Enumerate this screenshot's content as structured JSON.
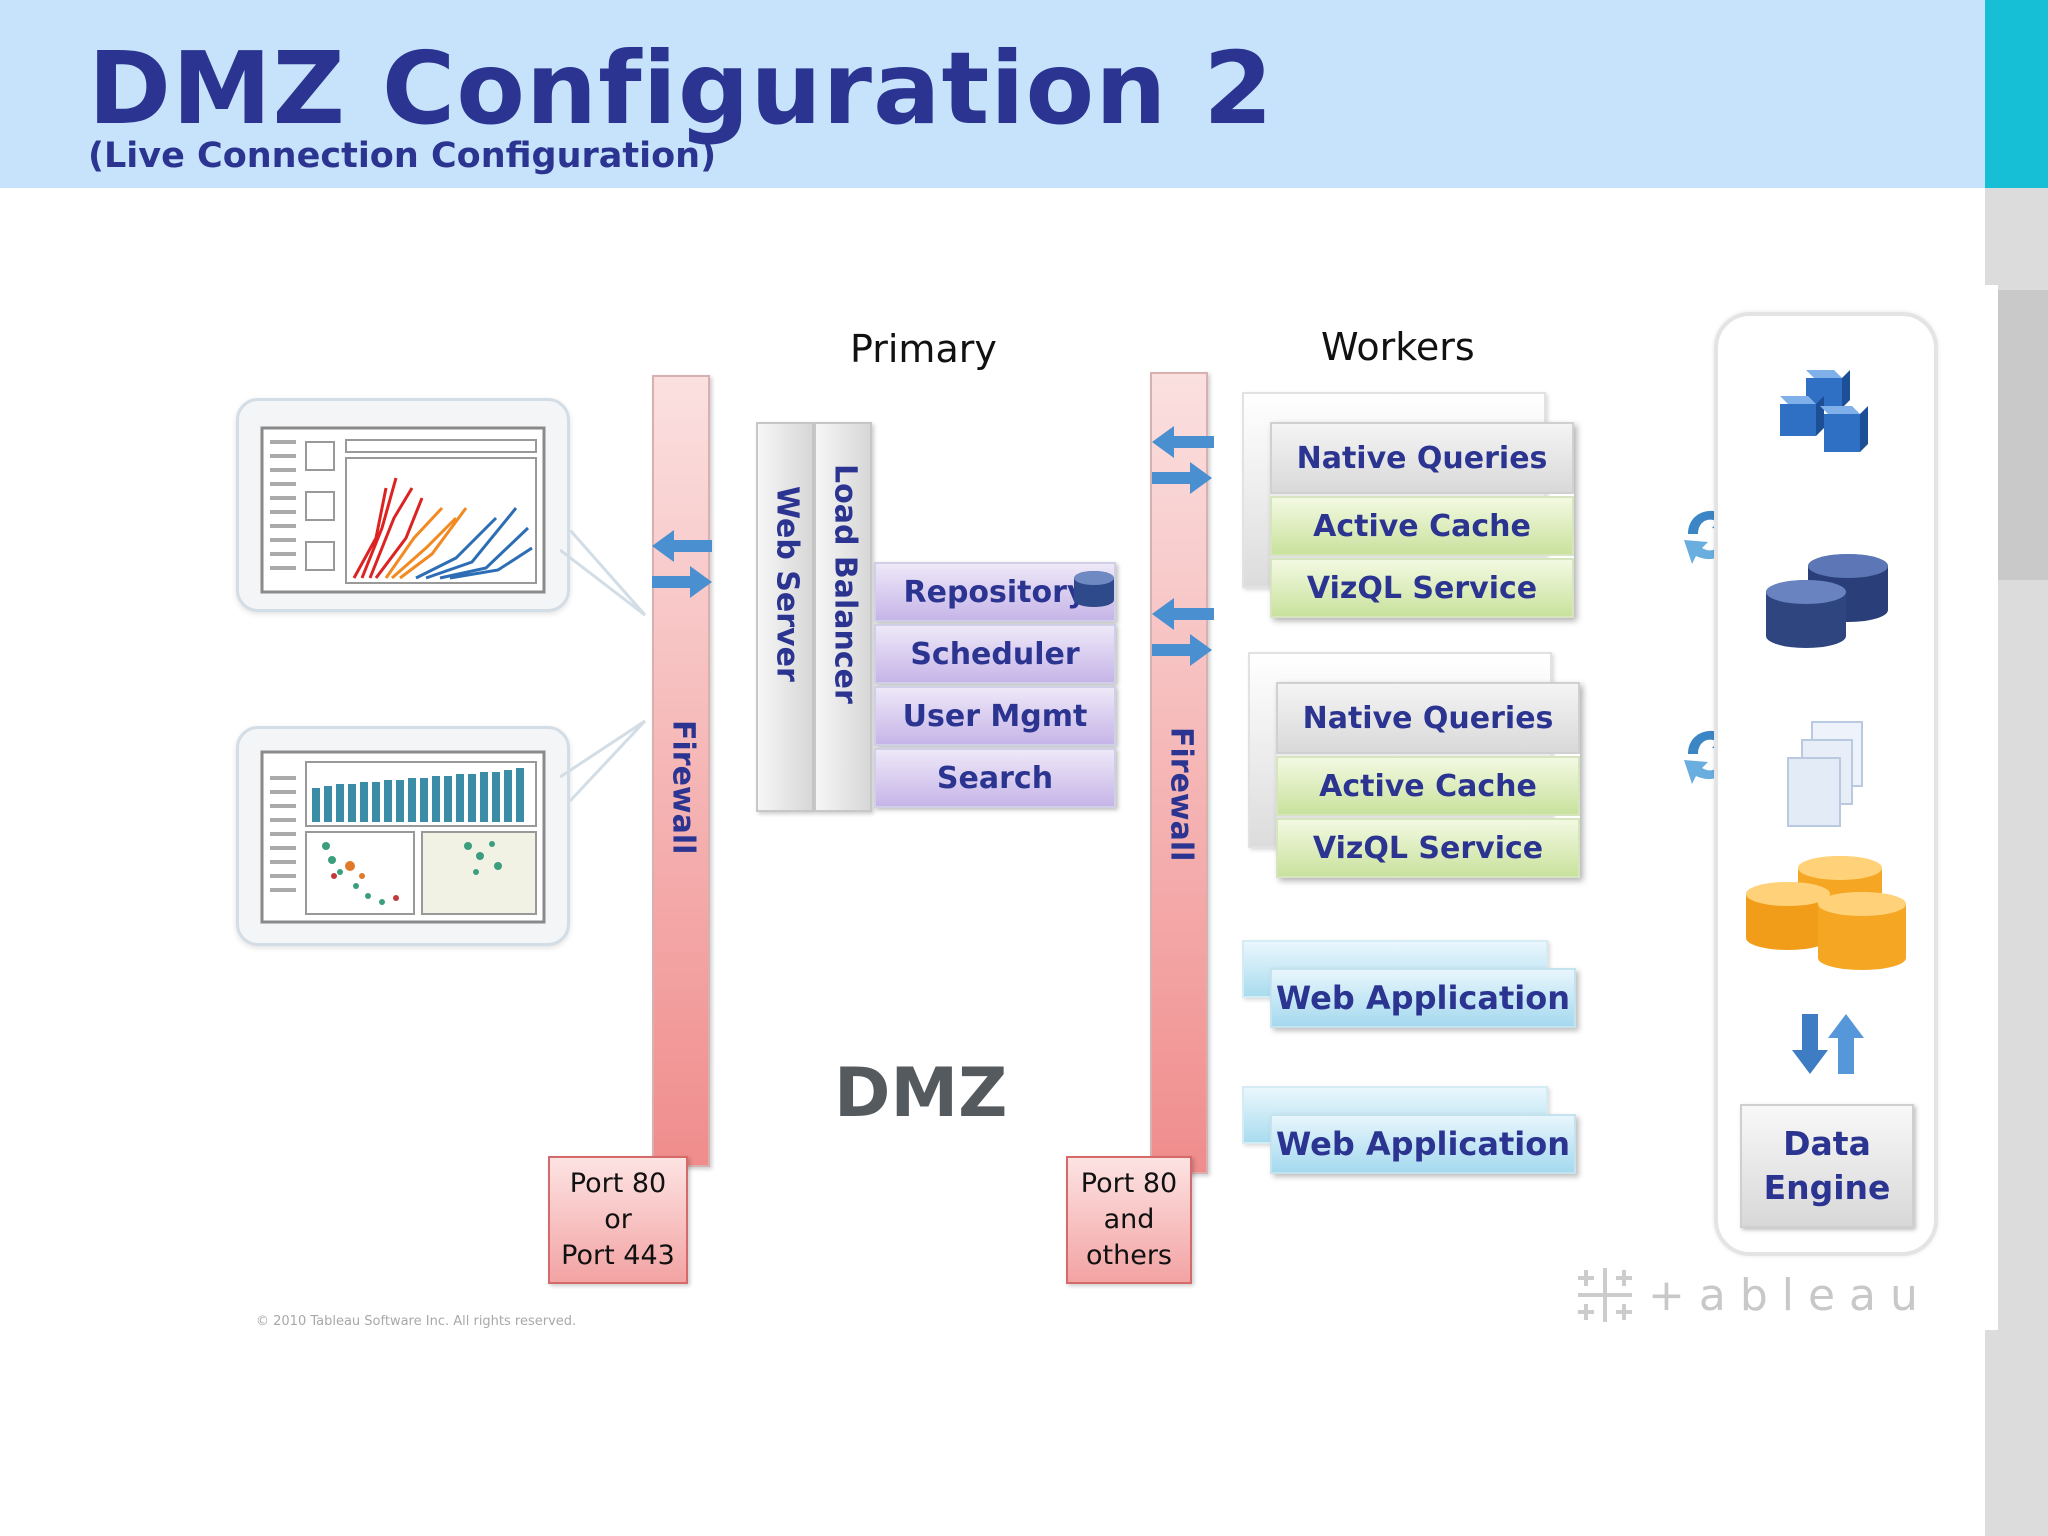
{
  "slide": {
    "title": "DMZ Configuration 2",
    "subtitle": "(Live Connection Configuration)"
  },
  "diagram": {
    "primary_heading": "Primary",
    "workers_heading": "Workers",
    "firewall_left_label": "Firewall",
    "firewall_right_label": "Firewall",
    "web_server_label": "Web Server",
    "load_balancer_label": "Load Balancer",
    "primary_services": [
      "Repository",
      "Scheduler",
      "User Mgmt",
      "Search"
    ],
    "worker_groups": [
      {
        "rows": [
          "Native Queries",
          "Active Cache",
          "VizQL Service"
        ]
      },
      {
        "rows": [
          "Native Queries",
          "Active Cache",
          "VizQL Service"
        ]
      }
    ],
    "web_applications": [
      "Web Application",
      "Web Application"
    ],
    "port_left": [
      "Port 80",
      "or",
      "Port 443"
    ],
    "port_right": [
      "Port 80",
      "and",
      "others"
    ],
    "dmz_label": "DMZ",
    "data_engine_label": [
      "Data",
      "Engine"
    ],
    "copyright": "© 2010 Tableau Software Inc. All rights reserved.",
    "logo_text": "+ableau",
    "icons": [
      "cubes-icon",
      "sync-arrows-icon",
      "database-icon",
      "sync-arrows-icon",
      "documents-icon",
      "orange-database-icon",
      "up-down-arrows-icon",
      "tableau-logo-icon"
    ]
  },
  "colors": {
    "title": "#2b3490",
    "header_bg": "#c6e3fb",
    "accent": "#17bfd6",
    "firewall": "#f08c8c",
    "purple": "#c6b5e8",
    "green": "#c9e29d",
    "blue": "#a5d9ef",
    "dmz_text": "#555a5e"
  }
}
